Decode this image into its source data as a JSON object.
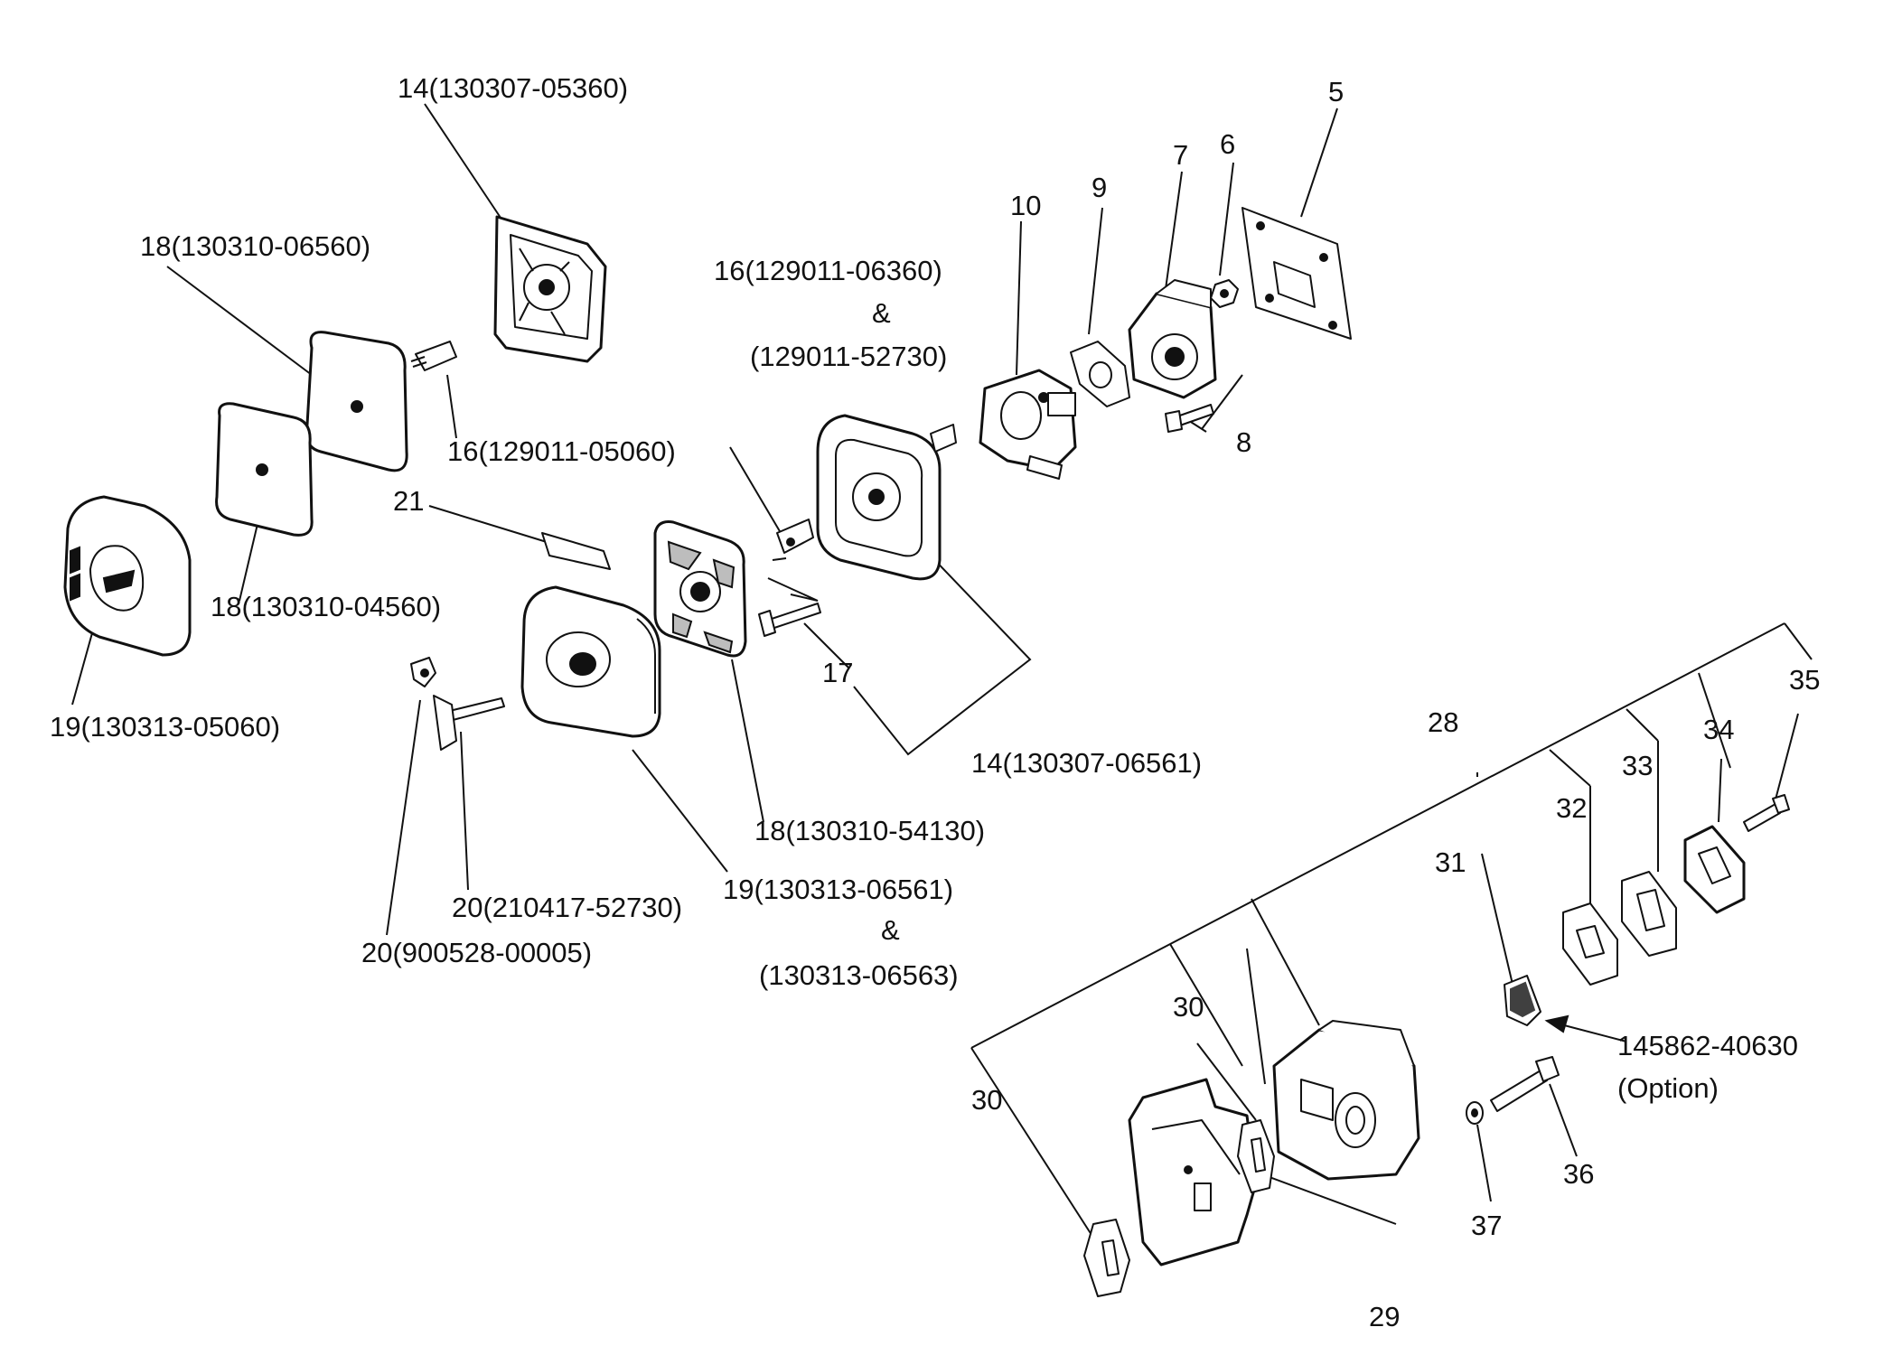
{
  "labels": {
    "p14_top": "14(130307-05360)",
    "p18_a": "18(130310-06560)",
    "p16_a": "16(129011-05060)",
    "p21": "21",
    "p18_b": "18(130310-04560)",
    "p19_a": "19(130313-05060)",
    "p16_b": "16(129011-06360)",
    "amp1": "&",
    "p16_c": "(129011-52730)",
    "p10": "10",
    "p9": "9",
    "p7": "7",
    "p6": "6",
    "p5": "5",
    "p8": "8",
    "p17": "17",
    "p14_b": "14(130307-06561)",
    "p18_c": "18(130310-54130)",
    "p19_b": "19(130313-06561)",
    "amp2": "&",
    "p19_c": "(130313-06563)",
    "p20_a": "20(210417-52730)",
    "p20_b": "20(900528-00005)",
    "p28": "28",
    "p35": "35",
    "p34": "34",
    "p33": "33",
    "p32": "32",
    "p31": "31",
    "p30_a": "30",
    "p30_b": "30",
    "p_option_num": "145862-40630",
    "p_option": "(Option)",
    "p36": "36",
    "p37": "37",
    "p29": "29"
  },
  "icons": [
    "air-cleaner-cover",
    "filter-element",
    "carburetor",
    "insulator",
    "gasket",
    "muffler",
    "bolt",
    "nut",
    "wing-bolt",
    "spark-arrester-screen"
  ]
}
